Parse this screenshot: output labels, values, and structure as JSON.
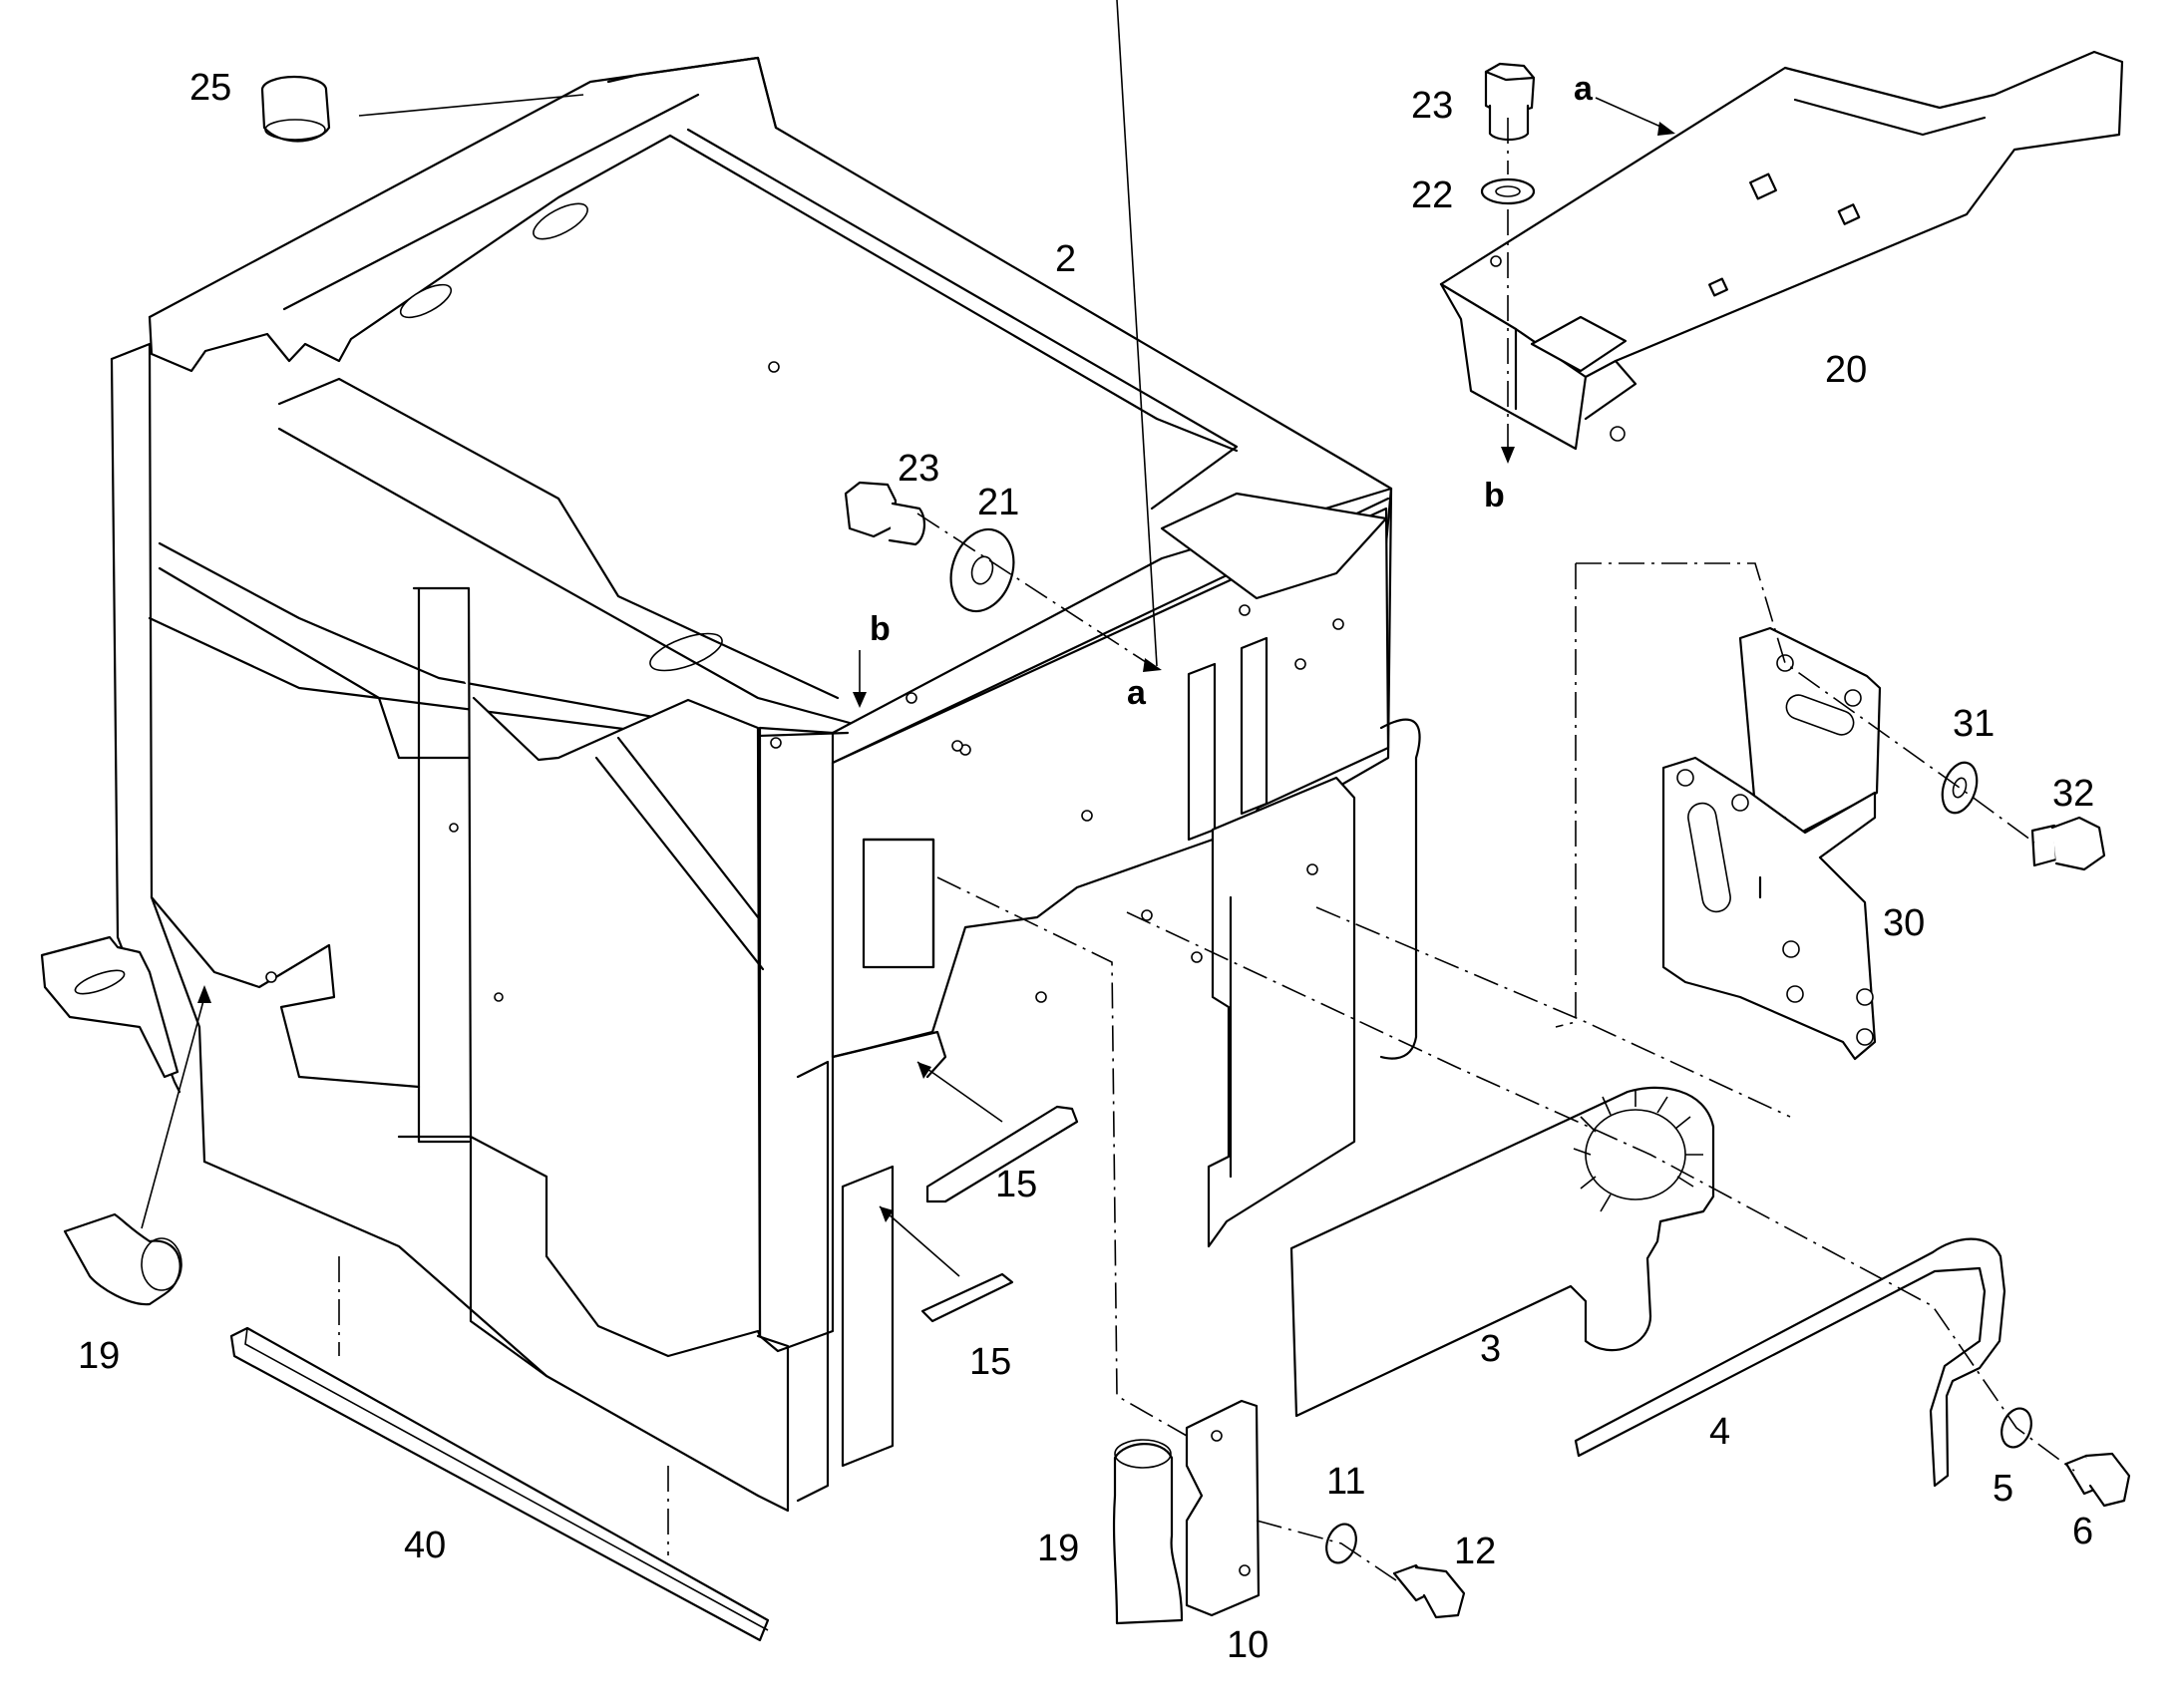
{
  "callouts": {
    "c2": "2",
    "c3": "3",
    "c4": "4",
    "c5": "5",
    "c6": "6",
    "c10": "10",
    "c11": "11",
    "c12": "12",
    "c15a": "15",
    "c15b": "15",
    "c19a": "19",
    "c19b": "19",
    "c20": "20",
    "c21": "21",
    "c22": "22",
    "c23a": "23",
    "c23b": "23",
    "c25": "25",
    "c30": "30",
    "c31": "31",
    "c32": "32",
    "c40": "40"
  },
  "refs": {
    "a_top": "a",
    "b_top": "b",
    "a_frame": "a",
    "b_frame": "b"
  }
}
